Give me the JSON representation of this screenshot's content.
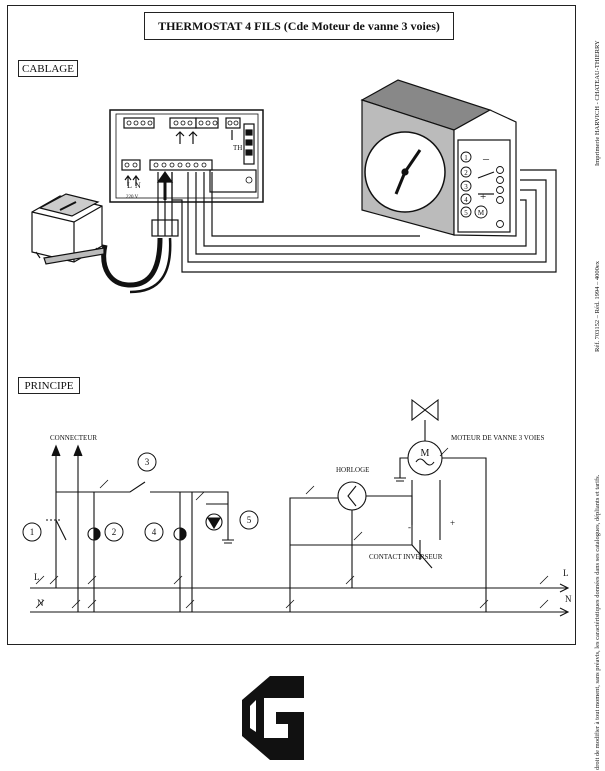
{
  "document": {
    "title": "THERMOSTAT 4 FILS  (Cde  Moteur de vanne 3 voies)",
    "section_wiring": "CABLAGE",
    "section_principle": "PRINCIPE"
  },
  "wiring": {
    "th_label": "TH",
    "terminal_L": "L",
    "terminal_N": "N",
    "voltage": "220 V",
    "motor_terminals": [
      "1",
      "2",
      "3",
      "4",
      "5"
    ],
    "motor_symbol": "M",
    "minus": "–",
    "plus": "+"
  },
  "principle": {
    "connector": "CONNECTEUR",
    "clock": "HORLOGE",
    "valve_motor": "MOTEUR DE VANNE 3 VOIES",
    "changeover_contact": "CONTACT INVERSEUR",
    "motor_symbol": "M",
    "line_L": "L",
    "line_N": "N",
    "minus": "-",
    "plus": "+",
    "markers": [
      "1",
      "2",
      "3",
      "4",
      "5"
    ]
  },
  "side": {
    "printer": "Imprimerie HARVICH - CHATEAU-THIERRY",
    "reference": "Réf. 703152 – Réd. 1994 – 4000ex",
    "notice": "droit de modifier à tout moment, sans préavis, les caractéristiques données dans ses catalogues, dépliants et tarifs."
  }
}
